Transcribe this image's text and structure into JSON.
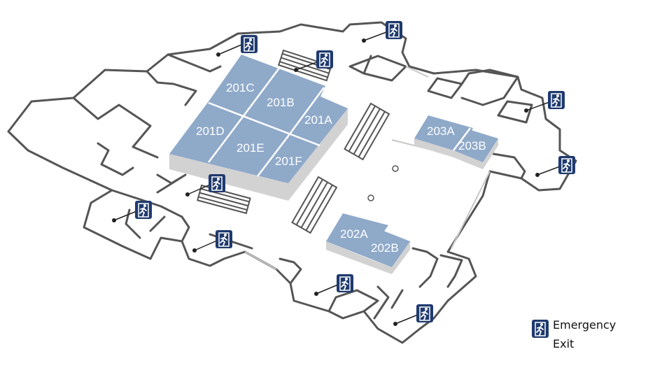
{
  "rooms": [
    {
      "id": "201A",
      "label": "201A"
    },
    {
      "id": "201B",
      "label": "201B"
    },
    {
      "id": "201C",
      "label": "201C"
    },
    {
      "id": "201D",
      "label": "201D"
    },
    {
      "id": "201E",
      "label": "201E"
    },
    {
      "id": "201F",
      "label": "201F"
    },
    {
      "id": "202A",
      "label": "202A"
    },
    {
      "id": "202B",
      "label": "202B"
    },
    {
      "id": "203A",
      "label": "203A"
    },
    {
      "id": "203B",
      "label": "203B"
    }
  ],
  "legend": {
    "icon": "emergency-exit-icon",
    "label": "Emergency Exit"
  },
  "colors": {
    "room": "#8fa9c9",
    "exit_icon": "#1f3a6e",
    "wall": "#555555"
  }
}
